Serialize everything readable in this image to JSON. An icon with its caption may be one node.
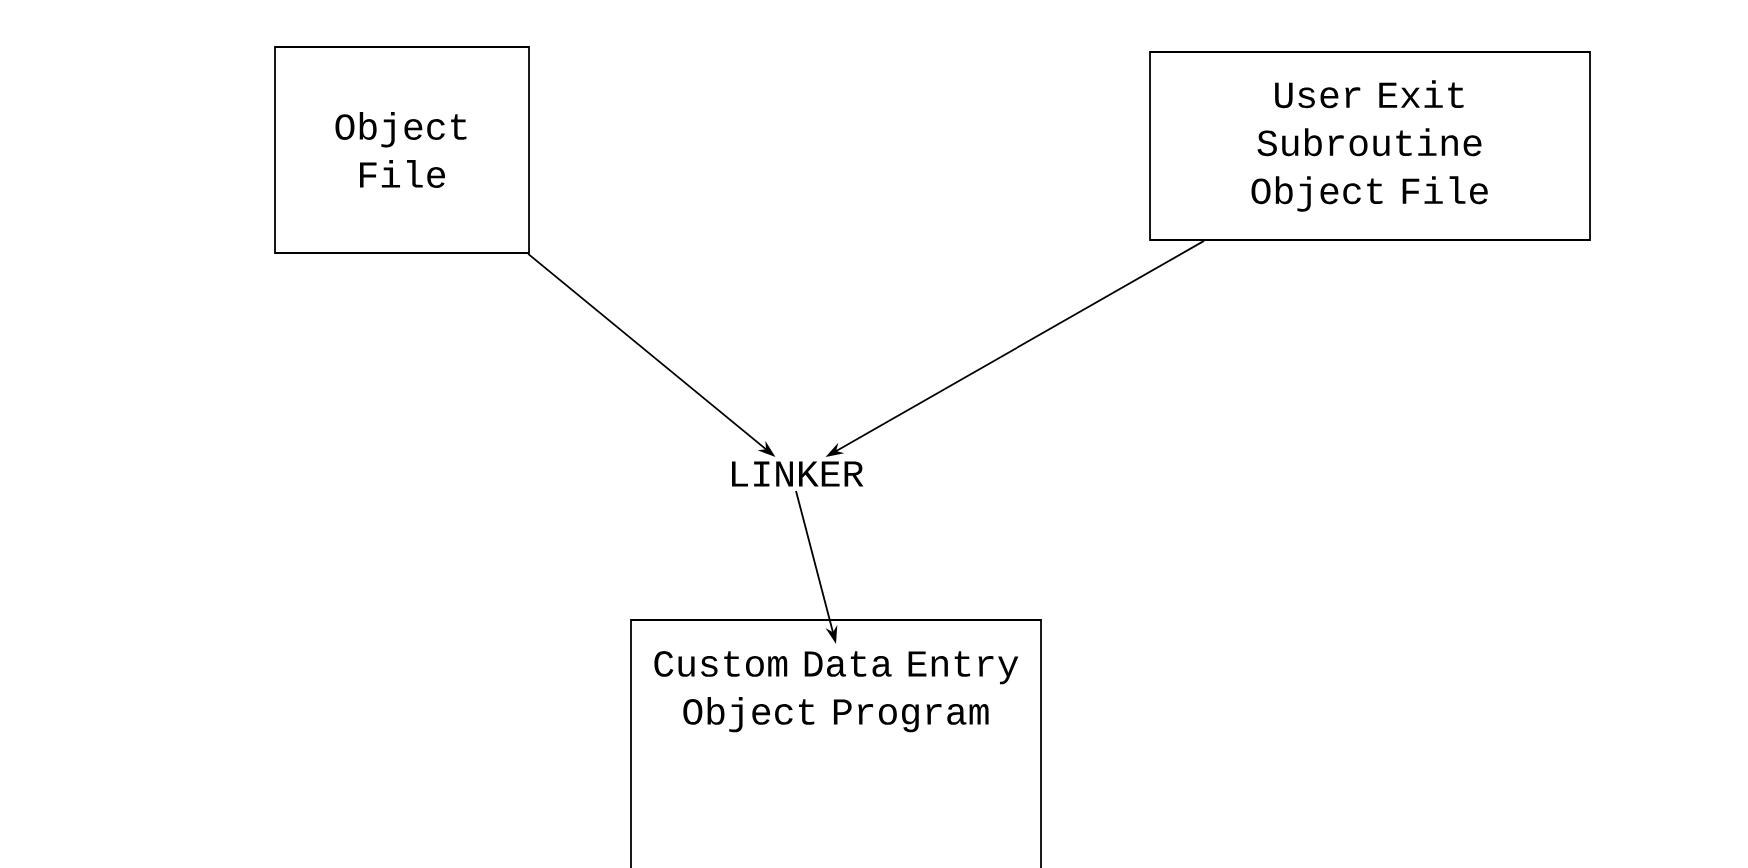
{
  "diagram": {
    "nodes": [
      {
        "text": [
          "Object File"
        ]
      },
      {
        "text": [
          "User Exit Subroutine Object File"
        ]
      },
      {
        "text": [
          "LINKER"
        ]
      },
      {
        "text": [
          "Custom Data Entry Object Program"
        ]
      }
    ],
    "edges": [
      {
        "from": 0,
        "to": 2,
        "arrow": "to"
      },
      {
        "from": 1,
        "to": 2,
        "arrow": "to"
      },
      {
        "from": 2,
        "to": 3,
        "arrow": "to"
      }
    ]
  }
}
